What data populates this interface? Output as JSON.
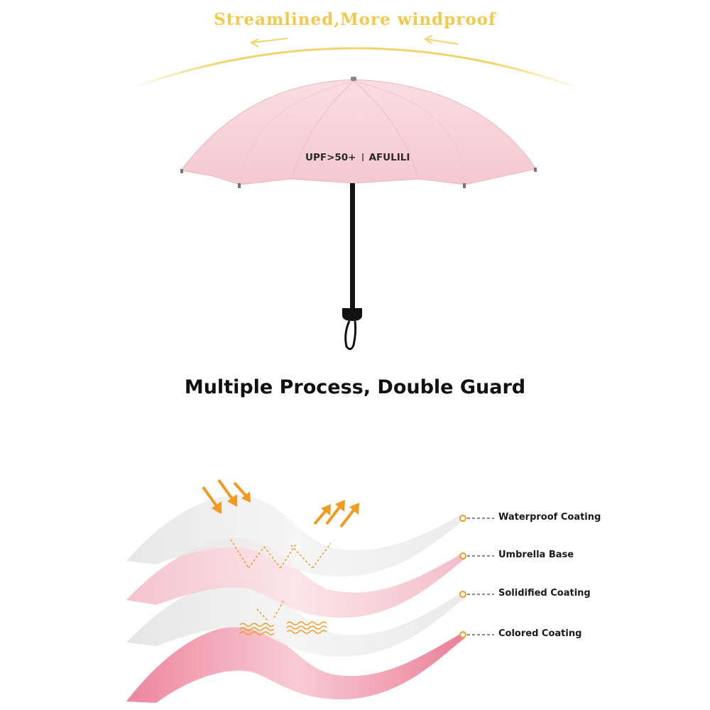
{
  "tagline": "Streamlined,More windproof",
  "canopy": {
    "print_left": "UPF>50+",
    "print_right": "AFULILI"
  },
  "headline": "Multiple Process, Double Guard",
  "layers": [
    {
      "label": "Waterproof Coating"
    },
    {
      "label": "Umbrella Base"
    },
    {
      "label": "Solidified Coating"
    },
    {
      "label": "Colored Coating"
    }
  ],
  "colors": {
    "tagline": "#f2c94c",
    "wind_arc": "#f3d36b",
    "canopy": "#f7d2d8",
    "accent_arrow": "#f29a1f",
    "layer_grey": "#e6e6e6",
    "layer_pink_light": "#f6c6d0",
    "layer_pink_dark": "#ef8fa3"
  }
}
